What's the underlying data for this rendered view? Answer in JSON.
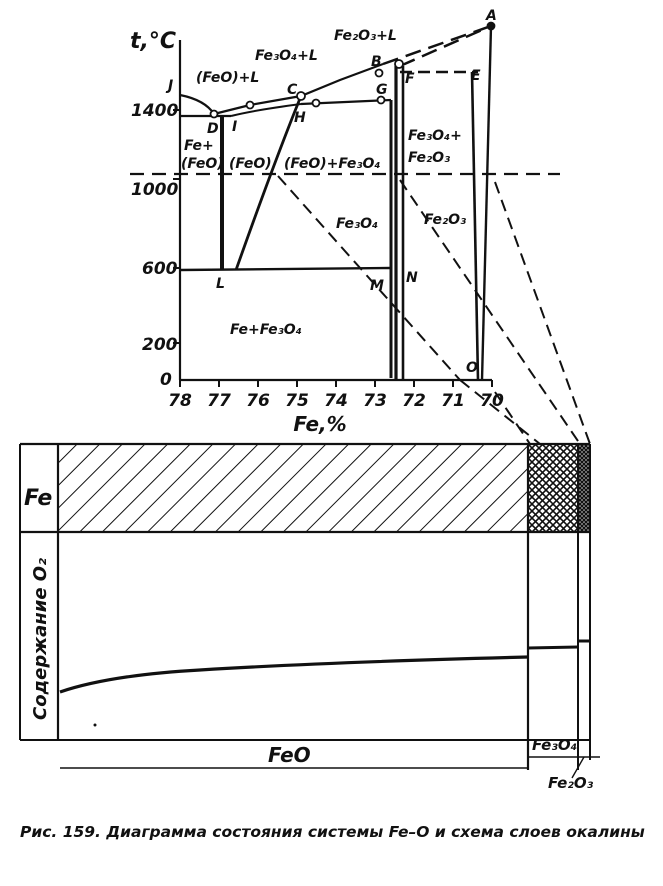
{
  "diagram": {
    "y_axis_title": "t,°C",
    "x_axis_title": "Fe,%",
    "y_ticks": [
      "1400",
      "1000",
      "600",
      "200",
      "0"
    ],
    "x_ticks": [
      "78",
      "77",
      "76",
      "75",
      "74",
      "73",
      "72",
      "71",
      "70"
    ],
    "points": [
      "A",
      "B",
      "C",
      "D",
      "E",
      "F",
      "G",
      "H",
      "I",
      "J",
      "L",
      "M",
      "N",
      "O"
    ],
    "phases": {
      "fe2o3_l": "Fe₂O₃+L",
      "fe3o4_l": "Fe₃O₄+L",
      "feo_l": "(FeO)+L",
      "fe_feo_1": "Fe+",
      "fe_feo_2": "(FeO)",
      "feo": "(FeO)",
      "feo_fe3o4": "(FeO)+Fe₃O₄",
      "fe3o4_fe2o3_1": "Fe₃O₄+",
      "fe3o4_fe2o3_2": "Fe₂O₃",
      "fe3o4": "Fe₃O₄",
      "fe2o3": "Fe₂O₃",
      "fe_fe3o4": "Fe+Fe₃O₄"
    }
  },
  "scale_layers": {
    "fe_label": "Fe",
    "o2_label": "Содержание O₂",
    "layer_feo": "FeO",
    "layer_fe3o4": "Fe₃O₄",
    "layer_fe2o3": "Fe₂O₃"
  },
  "caption": "Рис. 159. Диаграмма состояния системы Fe–O и схема слоев окалины"
}
